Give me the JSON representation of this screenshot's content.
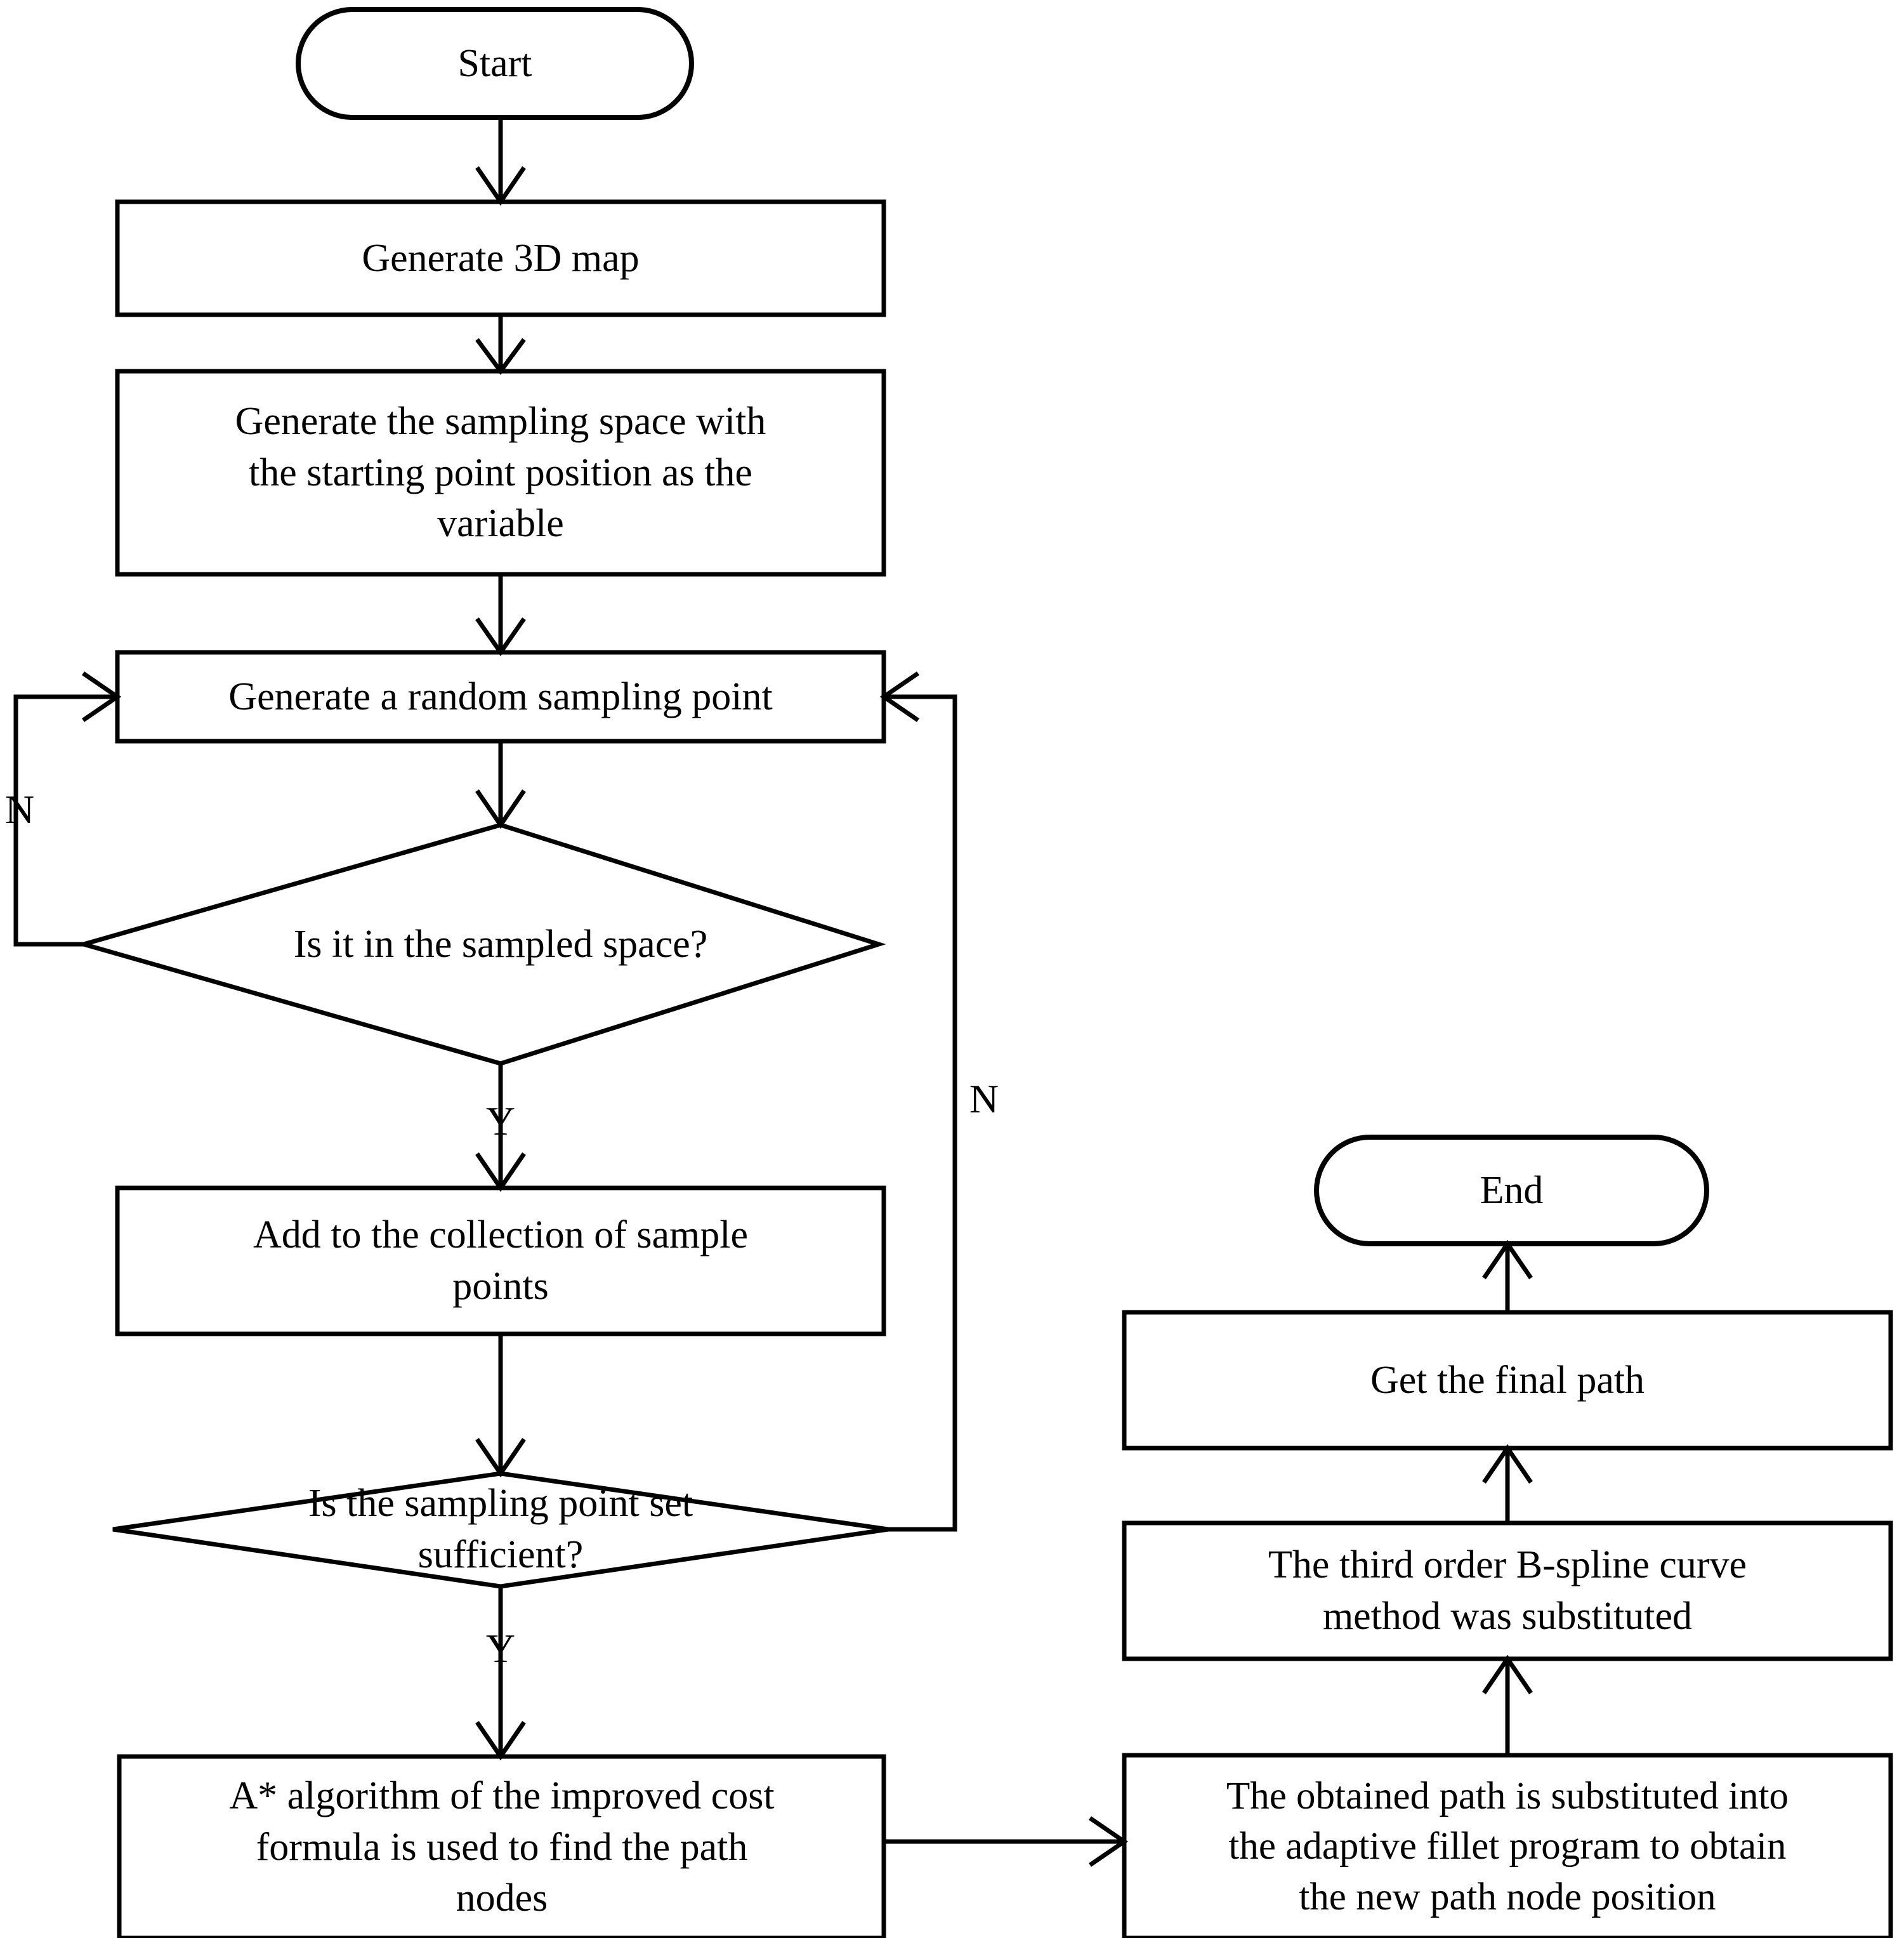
{
  "diagram": {
    "type": "flowchart",
    "title": "Path planning algorithm flowchart",
    "orientation": "top-to-bottom, two columns",
    "stroke_color": "#000000",
    "fill_color": "#ffffff",
    "background_color": "#ffffff"
  },
  "nodes": {
    "start": {
      "label": "Start",
      "shape": "terminator"
    },
    "generate_3d_map": {
      "label": "Generate 3D map",
      "shape": "process"
    },
    "generate_sampling_space": {
      "label": "Generate the sampling space with\nthe starting point position as the\nvariable",
      "shape": "process"
    },
    "generate_random_point": {
      "label": "Generate a random sampling point",
      "shape": "process"
    },
    "decision_in_space": {
      "label": "Is it in the sampled space?",
      "shape": "decision"
    },
    "add_to_collection": {
      "label": "Add to the collection of sample\npoints",
      "shape": "process"
    },
    "decision_set_sufficient": {
      "label": "Is the sampling point set\nsufficient?",
      "shape": "decision"
    },
    "astar_find_nodes": {
      "label": "A* algorithm of the improved cost\nformula is used to find the path\nnodes",
      "shape": "process"
    },
    "adaptive_fillet": {
      "label": "The obtained path is substituted into\nthe adaptive fillet program to obtain\nthe new path node position",
      "shape": "process"
    },
    "bspline_substituted": {
      "label": "The third order B-spline curve\nmethod was substituted",
      "shape": "process"
    },
    "get_final_path": {
      "label": "Get the final path",
      "shape": "process"
    },
    "end": {
      "label": "End",
      "shape": "terminator"
    }
  },
  "edge_labels": {
    "in_space_no": "N",
    "in_space_yes": "Y",
    "set_sufficient_no": "N",
    "set_sufficient_yes": "Y"
  },
  "edges": [
    {
      "from": "start",
      "to": "generate_3d_map",
      "label": ""
    },
    {
      "from": "generate_3d_map",
      "to": "generate_sampling_space",
      "label": ""
    },
    {
      "from": "generate_sampling_space",
      "to": "generate_random_point",
      "label": ""
    },
    {
      "from": "generate_random_point",
      "to": "decision_in_space",
      "label": ""
    },
    {
      "from": "decision_in_space",
      "to": "generate_random_point",
      "label": "N"
    },
    {
      "from": "decision_in_space",
      "to": "add_to_collection",
      "label": "Y"
    },
    {
      "from": "add_to_collection",
      "to": "decision_set_sufficient",
      "label": ""
    },
    {
      "from": "decision_set_sufficient",
      "to": "generate_random_point",
      "label": "N"
    },
    {
      "from": "decision_set_sufficient",
      "to": "astar_find_nodes",
      "label": "Y"
    },
    {
      "from": "astar_find_nodes",
      "to": "adaptive_fillet",
      "label": ""
    },
    {
      "from": "adaptive_fillet",
      "to": "bspline_substituted",
      "label": ""
    },
    {
      "from": "bspline_substituted",
      "to": "get_final_path",
      "label": ""
    },
    {
      "from": "get_final_path",
      "to": "end",
      "label": ""
    }
  ]
}
